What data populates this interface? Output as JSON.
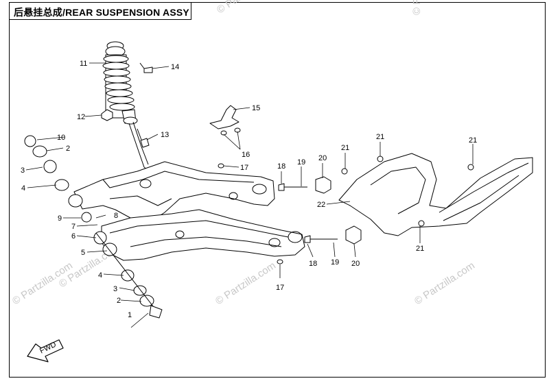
{
  "title": "后悬挂总成/REAR SUSPENSION  ASSY",
  "watermark": {
    "text": "© Partzilla.com",
    "corner_text": "© Pa"
  },
  "fwd_label": "FWD",
  "callouts": [
    "1",
    "2",
    "3",
    "4",
    "5",
    "6",
    "7",
    "8",
    "9",
    "10",
    "11",
    "12",
    "13",
    "14",
    "15",
    "16",
    "17",
    "18",
    "19",
    "20",
    "21",
    "22"
  ],
  "colors": {
    "line": "#000000",
    "watermark": "#c8c8c8",
    "background": "#ffffff"
  }
}
